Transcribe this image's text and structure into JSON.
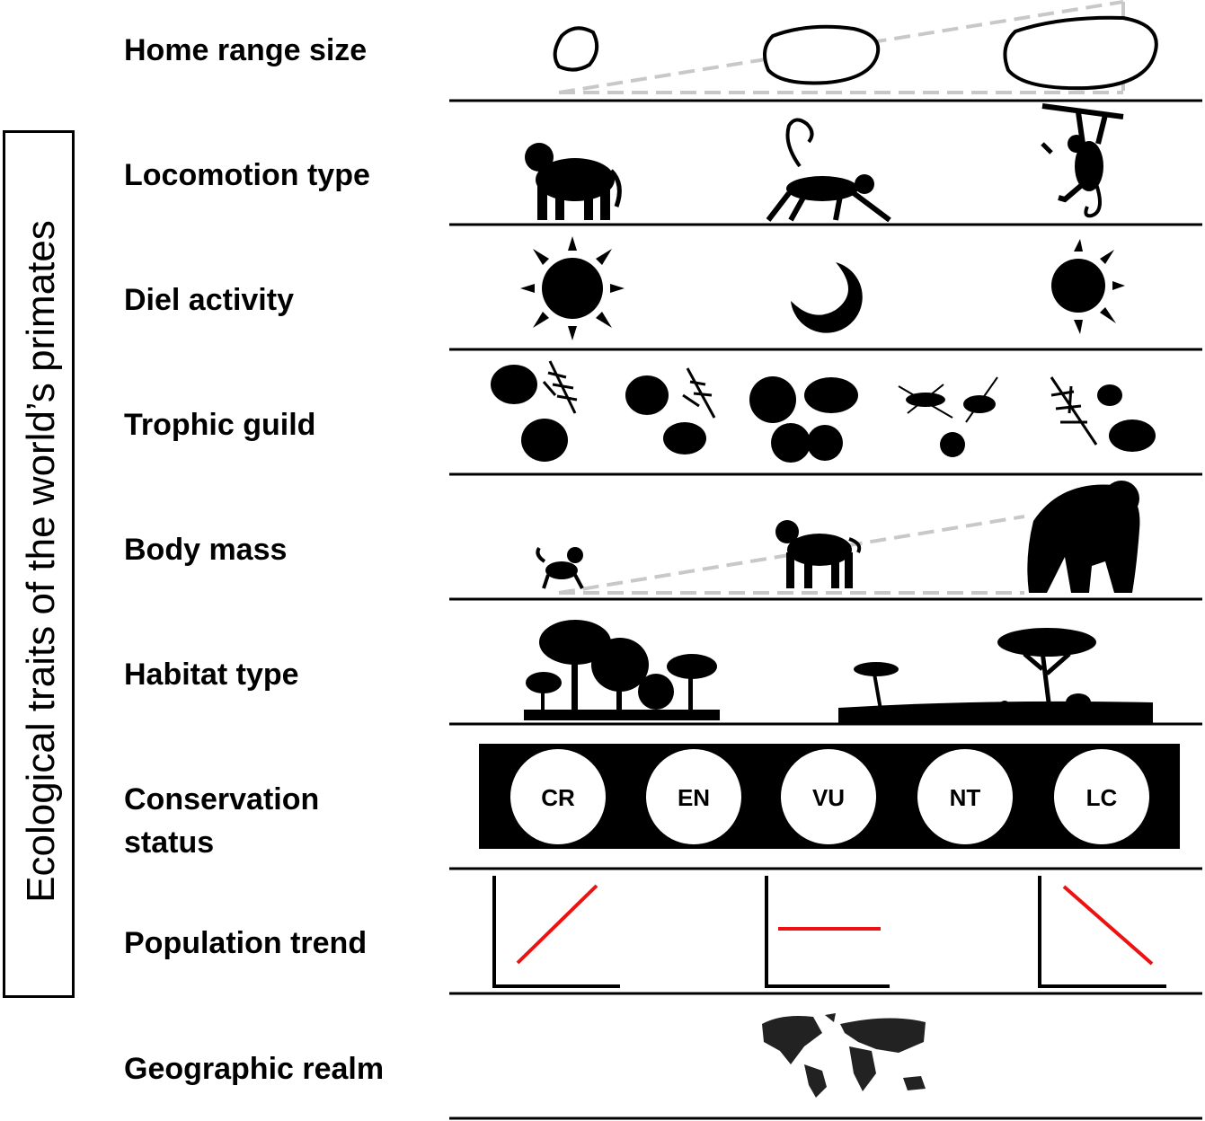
{
  "side_title": "Ecological traits of the world’s primates",
  "rows": [
    {
      "id": "home-range",
      "label": "Home range size"
    },
    {
      "id": "locomotion",
      "label": "Locomotion type"
    },
    {
      "id": "diel",
      "label": "Diel activity"
    },
    {
      "id": "trophic",
      "label": "Trophic guild"
    },
    {
      "id": "body-mass",
      "label": "Body mass"
    },
    {
      "id": "habitat",
      "label": "Habitat type"
    },
    {
      "id": "conservation",
      "label_line1": "Conservation",
      "label_line2": "status"
    },
    {
      "id": "population",
      "label": "Population trend"
    },
    {
      "id": "geographic",
      "label": "Geographic realm"
    }
  ],
  "conservation_statuses": [
    "CR",
    "EN",
    "VU",
    "NT",
    "LC"
  ],
  "colors": {
    "ink": "#000000",
    "dashed_scale": "#c8c8c8",
    "trend_line": "#ee1111",
    "background": "#ffffff"
  },
  "icons": {
    "home_range": [
      "small-range-outline-icon",
      "medium-range-outline-icon",
      "large-range-outline-icon"
    ],
    "locomotion": [
      "quadruped-terrestrial-icon",
      "quadruped-arboreal-icon",
      "suspensory-climber-icon"
    ],
    "diel": [
      "sun-diurnal-icon",
      "moon-nocturnal-icon",
      "half-sun-cathemeral-icon"
    ],
    "trophic": [
      "folivore-icon",
      "frugivore-folivore-icon",
      "frugivore-icon",
      "insectivore-icon",
      "omnivore-icon"
    ],
    "body_mass": [
      "small-monkey-icon",
      "baboon-icon",
      "gorilla-icon"
    ],
    "habitat": [
      "forest-icon",
      "savanna-icon"
    ],
    "population": [
      "increasing-trend-icon",
      "stable-trend-icon",
      "decreasing-trend-icon"
    ],
    "geographic": [
      "world-map-icon"
    ]
  }
}
